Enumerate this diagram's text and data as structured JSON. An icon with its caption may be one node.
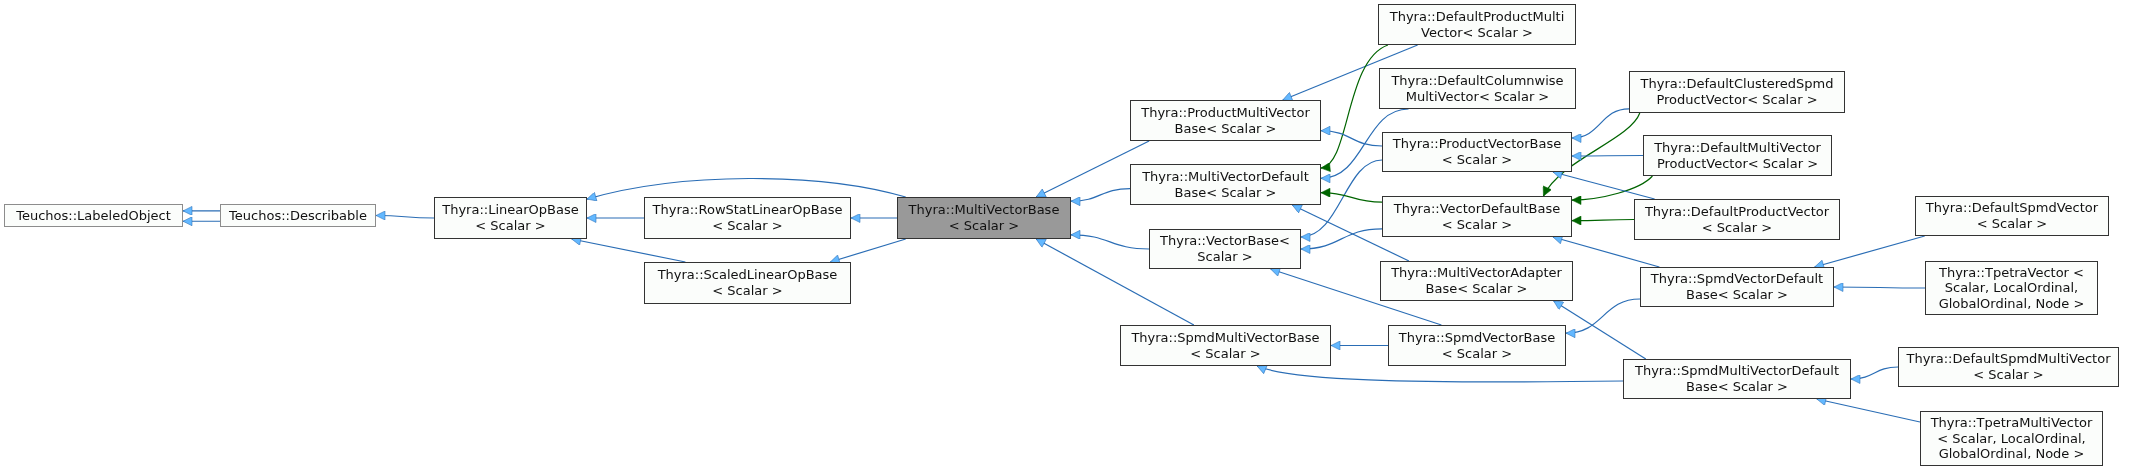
{
  "diagram": {
    "nodes": [
      {
        "text": [
          "Teuchos::LabeledObject"
        ]
      },
      {
        "text": [
          "Teuchos::Describable"
        ]
      },
      {
        "text": [
          "Thyra::LinearOpBase < Scalar >"
        ]
      },
      {
        "text": [
          "Thyra::RowStatLinearOpBase < Scalar >"
        ]
      },
      {
        "text": [
          "Thyra::ScaledLinearOpBase < Scalar >"
        ]
      },
      {
        "text": [
          "Thyra::MultiVectorBase < Scalar >"
        ]
      },
      {
        "text": [
          "Thyra::ProductMultiVector Base< Scalar >"
        ]
      },
      {
        "text": [
          "Thyra::MultiVectorDefault Base< Scalar >"
        ]
      },
      {
        "text": [
          "Thyra::VectorBase< Scalar >"
        ]
      },
      {
        "text": [
          "Thyra::SpmdMultiVectorBase < Scalar >"
        ]
      },
      {
        "text": [
          "Thyra::DefaultProductMulti Vector< Scalar >"
        ]
      },
      {
        "text": [
          "Thyra::DefaultColumnwise MultiVector< Scalar >"
        ]
      },
      {
        "text": [
          "Thyra::ProductVectorBase < Scalar >"
        ]
      },
      {
        "text": [
          "Thyra::VectorDefaultBase < Scalar >"
        ]
      },
      {
        "text": [
          "Thyra::MultiVectorAdapter Base< Scalar >"
        ]
      },
      {
        "text": [
          "Thyra::SpmdVectorBase < Scalar >"
        ]
      },
      {
        "text": [
          "Thyra::DefaultClusteredSpmd ProductVector< Scalar >"
        ]
      },
      {
        "text": [
          "Thyra::DefaultMultiVector ProductVector< Scalar >"
        ]
      },
      {
        "text": [
          "Thyra::DefaultProductVector < Scalar >"
        ]
      },
      {
        "text": [
          "Thyra::SpmdVectorDefault Base< Scalar >"
        ]
      },
      {
        "text": [
          "Thyra::SpmdMultiVectorDefault Base< Scalar >"
        ]
      },
      {
        "text": [
          "Thyra::DefaultSpmdVector < Scalar >"
        ]
      },
      {
        "text": [
          "Thyra::TpetraVector < Scalar, LocalOrdinal, GlobalOrdinal, Node >"
        ]
      },
      {
        "text": [
          "Thyra::DefaultSpmdMultiVector < Scalar >"
        ]
      },
      {
        "text": [
          "Thyra::TpetraMultiVector < Scalar, LocalOrdinal, GlobalOrdinal, Node >"
        ]
      }
    ],
    "edges": [
      {
        "from": 1,
        "to": 0,
        "arrow": "to"
      },
      {
        "from": 1,
        "to": 0,
        "arrow": "to"
      },
      {
        "from": 2,
        "to": 1,
        "arrow": "to"
      },
      {
        "from": 3,
        "to": 2,
        "arrow": "to"
      },
      {
        "from": 4,
        "to": 2,
        "arrow": "to"
      },
      {
        "from": 5,
        "to": 2,
        "arrow": "to"
      },
      {
        "from": 5,
        "to": 3,
        "arrow": "to"
      },
      {
        "from": 5,
        "to": 4,
        "arrow": "to"
      },
      {
        "from": 6,
        "to": 5,
        "arrow": "to"
      },
      {
        "from": 7,
        "to": 5,
        "arrow": "to"
      },
      {
        "from": 8,
        "to": 5,
        "arrow": "to"
      },
      {
        "from": 9,
        "to": 5,
        "arrow": "to"
      },
      {
        "from": 10,
        "to": 6,
        "arrow": "to"
      },
      {
        "from": 10,
        "to": 7,
        "arrow": "to",
        "color": "#006400"
      },
      {
        "from": 11,
        "to": 7,
        "arrow": "to"
      },
      {
        "from": 12,
        "to": 6,
        "arrow": "to"
      },
      {
        "from": 12,
        "to": 8,
        "arrow": "to"
      },
      {
        "from": 13,
        "to": 7,
        "arrow": "to",
        "color": "#006400"
      },
      {
        "from": 13,
        "to": 8,
        "arrow": "to"
      },
      {
        "from": 14,
        "to": 7,
        "arrow": "to"
      },
      {
        "from": 15,
        "to": 8,
        "arrow": "to"
      },
      {
        "from": 15,
        "to": 9,
        "arrow": "to"
      },
      {
        "from": 16,
        "to": 12,
        "arrow": "to"
      },
      {
        "from": 16,
        "to": 13,
        "arrow": "to",
        "color": "#006400"
      },
      {
        "from": 17,
        "to": 12,
        "arrow": "to"
      },
      {
        "from": 17,
        "to": 13,
        "arrow": "to",
        "color": "#006400"
      },
      {
        "from": 18,
        "to": 12,
        "arrow": "to"
      },
      {
        "from": 18,
        "to": 13,
        "arrow": "to",
        "color": "#006400"
      },
      {
        "from": 19,
        "to": 13,
        "arrow": "to"
      },
      {
        "from": 19,
        "to": 15,
        "arrow": "to"
      },
      {
        "from": 20,
        "to": 14,
        "arrow": "to"
      },
      {
        "from": 20,
        "to": 9,
        "arrow": "to"
      },
      {
        "from": 21,
        "to": 19,
        "arrow": "to"
      },
      {
        "from": 22,
        "to": 19,
        "arrow": "to"
      },
      {
        "from": 23,
        "to": 20,
        "arrow": "to"
      },
      {
        "from": 24,
        "to": 20,
        "arrow": "to"
      }
    ]
  }
}
